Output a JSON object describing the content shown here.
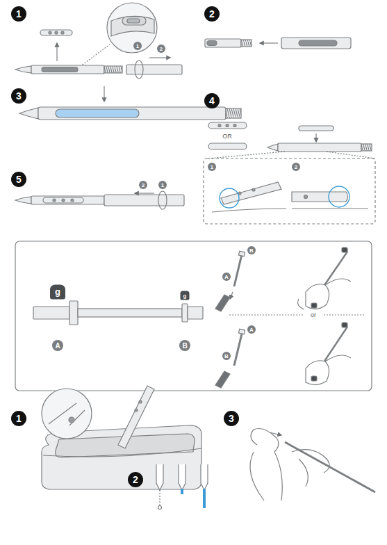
{
  "diagram": {
    "labels": [
      "1",
      "1",
      "2",
      "2",
      "3",
      "4",
      "OR",
      "1",
      "2",
      "5",
      "2",
      "1",
      "g",
      "g",
      "A",
      "B",
      "B",
      "A",
      "or",
      "A",
      "B",
      "1",
      "3",
      "2"
    ]
  }
}
